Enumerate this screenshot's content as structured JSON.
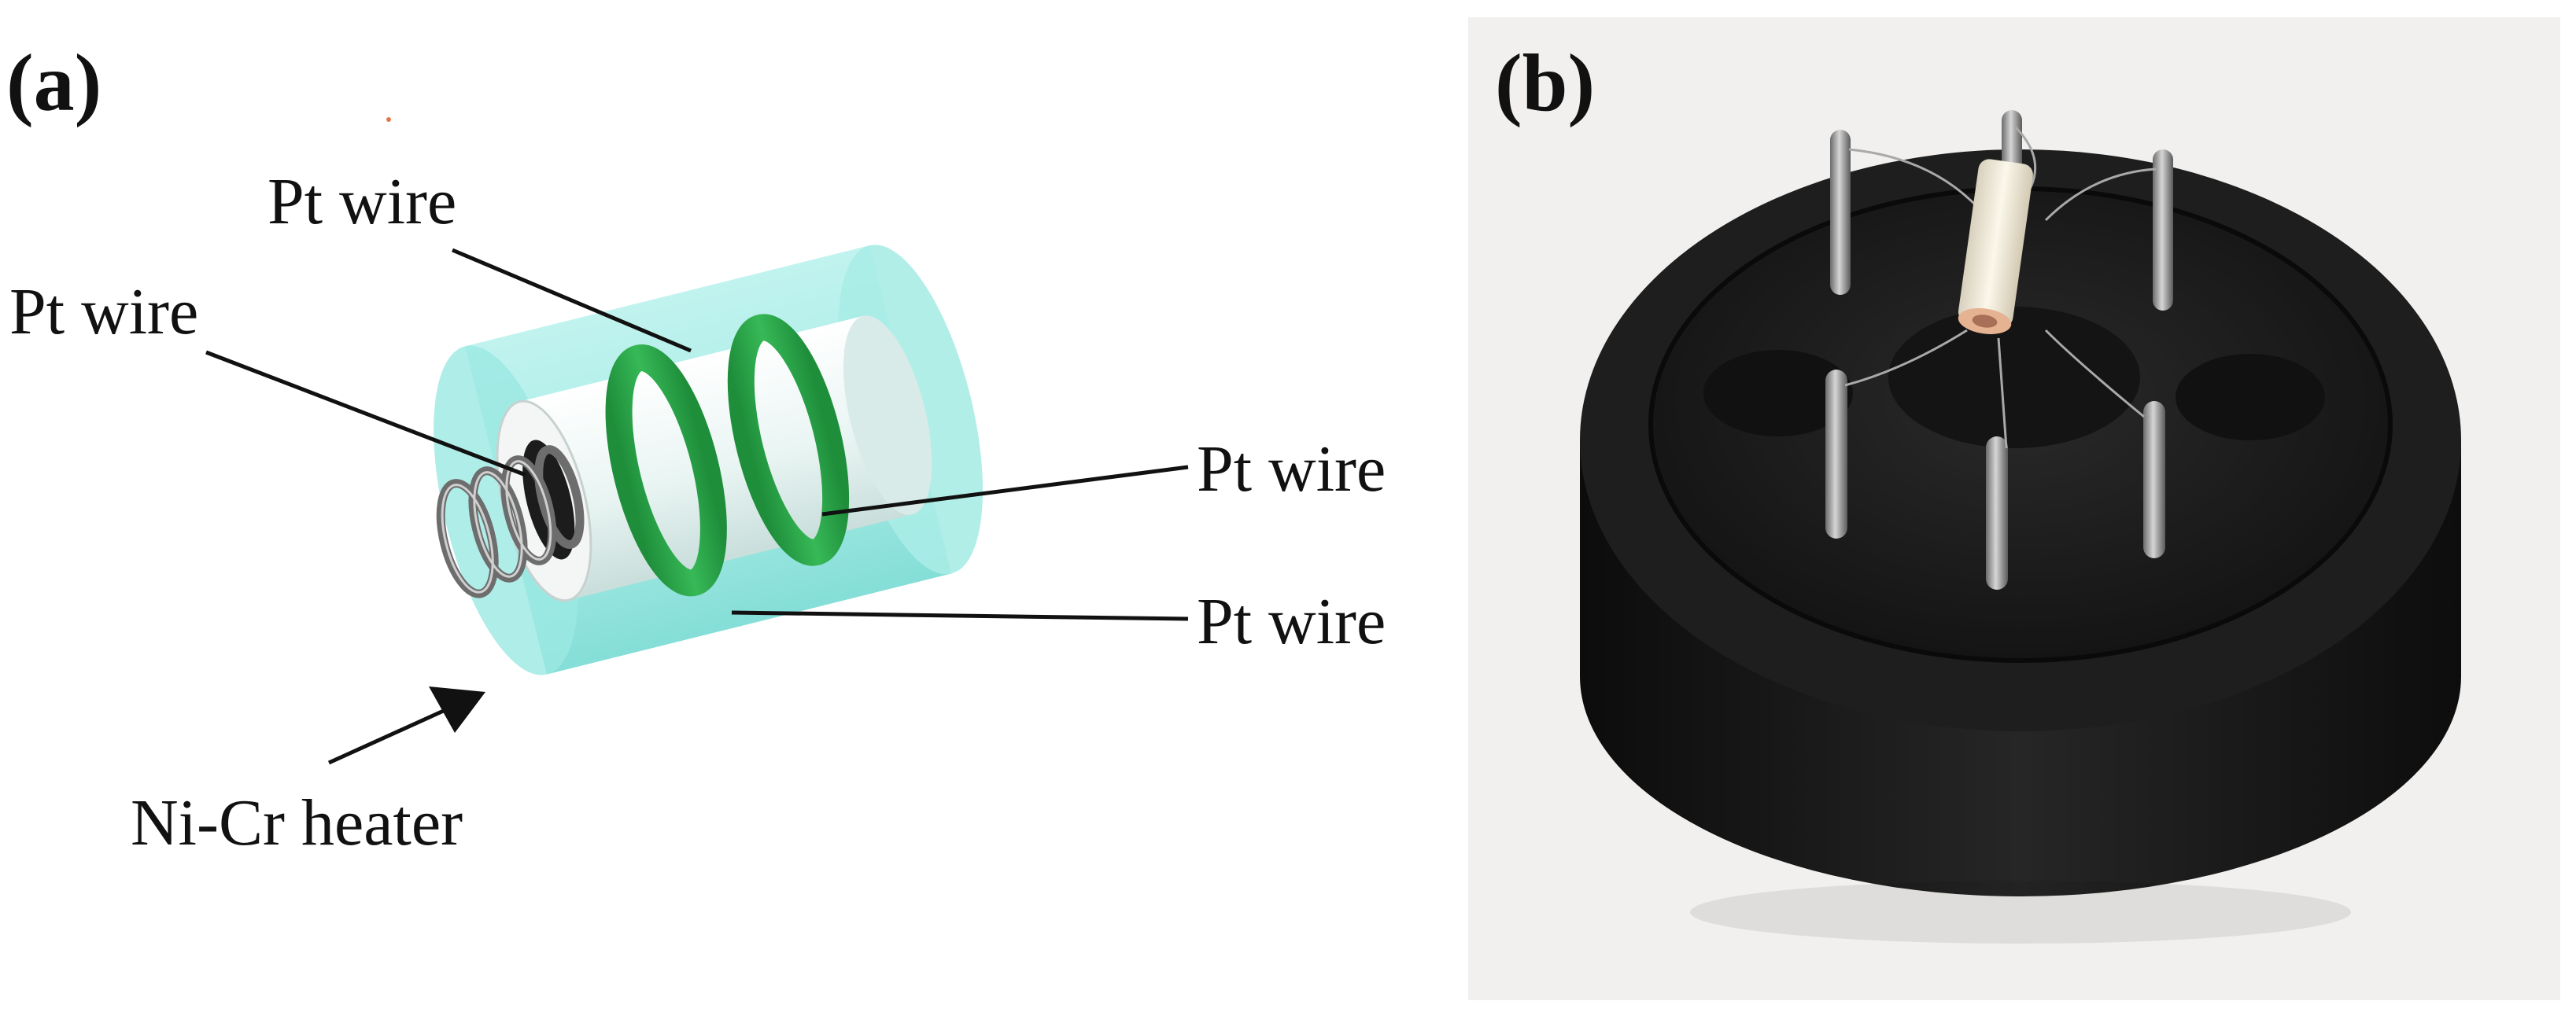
{
  "panel_a": {
    "label": "(a)",
    "callouts": {
      "pt_wire_top": "Pt wire",
      "pt_wire_left": "Pt wire",
      "pt_wire_right_upper": "Pt wire",
      "pt_wire_right_lower": "Pt wire",
      "heater": "Ni-Cr heater"
    }
  },
  "panel_b": {
    "label": "(b)"
  },
  "colors": {
    "outer_shell": "#8fe6df",
    "tube": "#eaf6f4",
    "electrode_ring": "#2aa64a",
    "coil": "#6d6d6d",
    "socket": "#1b1b1b",
    "photo_background": "#f1f0ee"
  }
}
